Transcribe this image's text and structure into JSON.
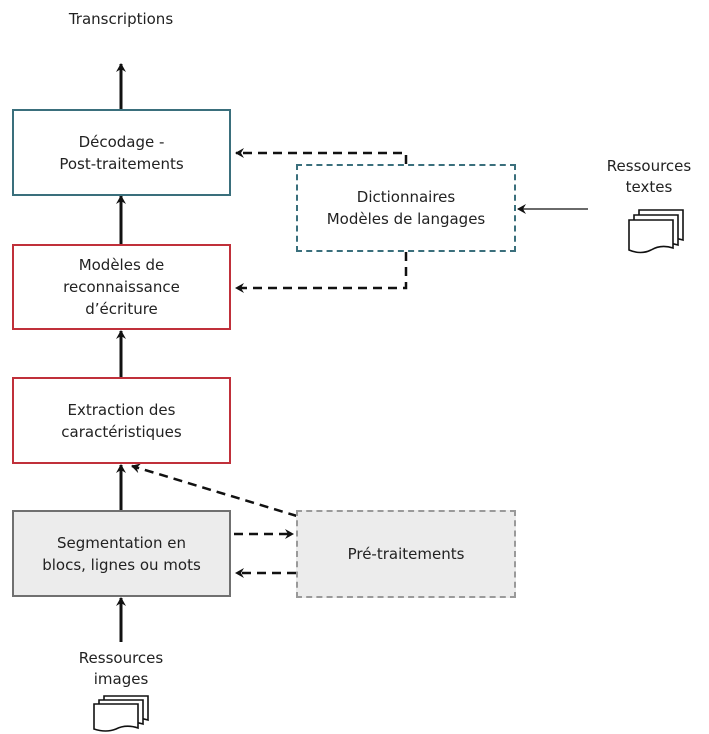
{
  "top_output": "Transcriptions",
  "boxes": {
    "decodage": [
      "Décodage -",
      "Post-traitements"
    ],
    "modeles": [
      "Modèles de",
      "reconnaissance",
      "d’écriture"
    ],
    "extraction": [
      "Extraction des",
      "caractéristiques"
    ],
    "segmentation": [
      "Segmentation en",
      "blocs, lignes ou mots"
    ],
    "dictionnaires": [
      "Dictionnaires",
      "Modèles de langages"
    ],
    "pretraitements": [
      "Pré-traitements"
    ]
  },
  "resources": {
    "texts": [
      "Ressources",
      "textes"
    ],
    "images": [
      "Ressources",
      "images"
    ]
  },
  "icons": {
    "texts_doc": "document-stack-icon",
    "images_doc": "document-stack-icon"
  },
  "colors": {
    "blue": "#3a6f7c",
    "red": "#c0303a",
    "gray": "#707070",
    "gray_fill": "#ececec"
  }
}
